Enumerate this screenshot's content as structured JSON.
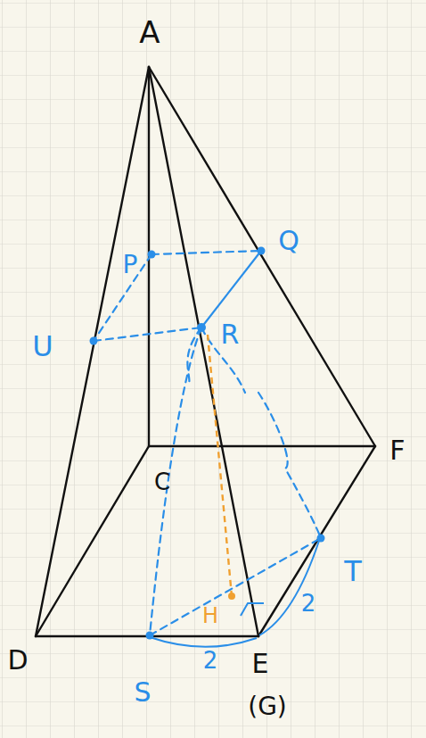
{
  "diagram": {
    "labels": [
      "A",
      "P",
      "Q",
      "U",
      "R",
      "C",
      "F",
      "T",
      "H",
      "2",
      "D",
      "S",
      "2",
      "E",
      "(G)"
    ]
  }
}
